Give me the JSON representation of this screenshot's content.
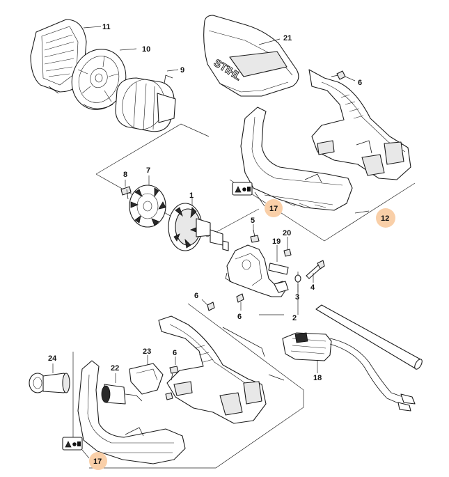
{
  "diagram": {
    "brand_mark": "STIHL",
    "highlight_color": "#f9cfa8",
    "line_color": "#1a1a1a",
    "labels": {
      "p1": "1",
      "p2": "2",
      "p3": "3",
      "p4": "4",
      "p5": "5",
      "p6a": "6",
      "p6b": "6",
      "p6c": "6",
      "p6d": "6",
      "p7": "7",
      "p8": "8",
      "p9": "9",
      "p10": "10",
      "p11": "11",
      "p12": "12",
      "p17a": "17",
      "p17b": "17",
      "p18": "18",
      "p19": "19",
      "p20": "20",
      "p21": "21",
      "p22": "22",
      "p23": "23",
      "p24": "24"
    }
  }
}
